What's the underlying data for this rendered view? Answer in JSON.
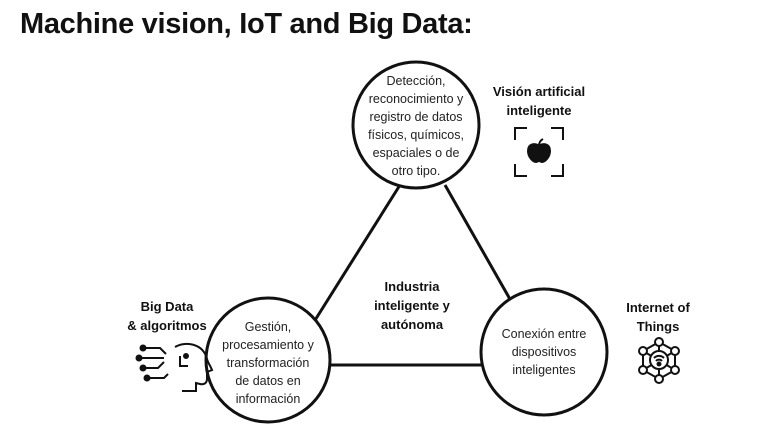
{
  "title": "Machine vision, IoT and Big Data:",
  "center_label": [
    "Industria",
    "inteligente y",
    "autónoma"
  ],
  "nodes": {
    "top": {
      "text": [
        "Detección,",
        "reconocimiento y",
        "registro de datos",
        "físicos, químicos,",
        "espaciales o de",
        "otro tipo."
      ],
      "label": [
        "Visión artificial",
        "inteligente"
      ],
      "icon": "apple-scan-icon"
    },
    "left": {
      "text": [
        "Gestión,",
        "procesamiento y",
        "transformación",
        "de datos en",
        "información"
      ],
      "label": [
        "Big Data",
        "& algoritmos"
      ],
      "icon": "ai-head-circuit-icon"
    },
    "right": {
      "text": [
        "Conexión entre",
        "dispositivos",
        "inteligentes"
      ],
      "label": [
        "Internet of",
        "Things"
      ],
      "icon": "iot-network-icon"
    }
  },
  "colors": {
    "stroke": "#111111",
    "text": "#222222"
  }
}
